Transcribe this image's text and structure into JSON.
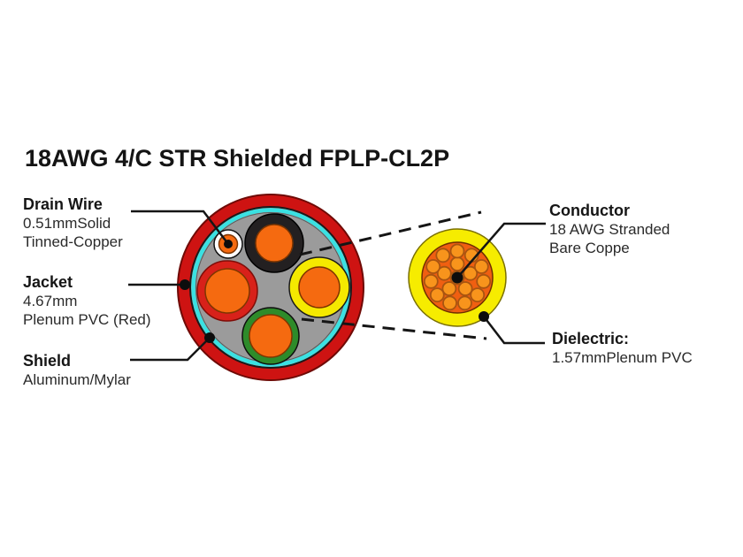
{
  "title": "18AWG 4/C STR Shielded FPLP-CL2P",
  "labels": {
    "drain_wire": {
      "heading": "Drain Wire",
      "lines": [
        "0.51mmSolid",
        "Tinned-Copper"
      ]
    },
    "jacket": {
      "heading": "Jacket",
      "lines": [
        "4.67mm",
        "Plenum PVC (Red)"
      ]
    },
    "shield": {
      "heading": "Shield",
      "lines": [
        "Aluminum/Mylar"
      ]
    },
    "conductor": {
      "heading": "Conductor",
      "lines": [
        "18 AWG Stranded",
        "Bare Coppe"
      ]
    },
    "dielectric": {
      "heading": "Dielectric:",
      "lines": [
        "1.57mmPlenum PVC"
      ]
    }
  },
  "colors": {
    "jacket_red": "#ce1312",
    "shield_cyan": "#3ae1e2",
    "filler_gray": "#9b9b9b",
    "insulation_black": "#232021",
    "insulation_yellow": "#f5e900",
    "insulation_red": "#d8211a",
    "insulation_green": "#2e8b2a",
    "conductor_orange": "#f56a10",
    "drain_white": "#ffffff",
    "dielectric_yellow": "#f6ec00",
    "stranded_core_orange": "#f05f11",
    "strand_orange": "#f8941c",
    "line_black": "#151515",
    "text_black": "#161616"
  }
}
